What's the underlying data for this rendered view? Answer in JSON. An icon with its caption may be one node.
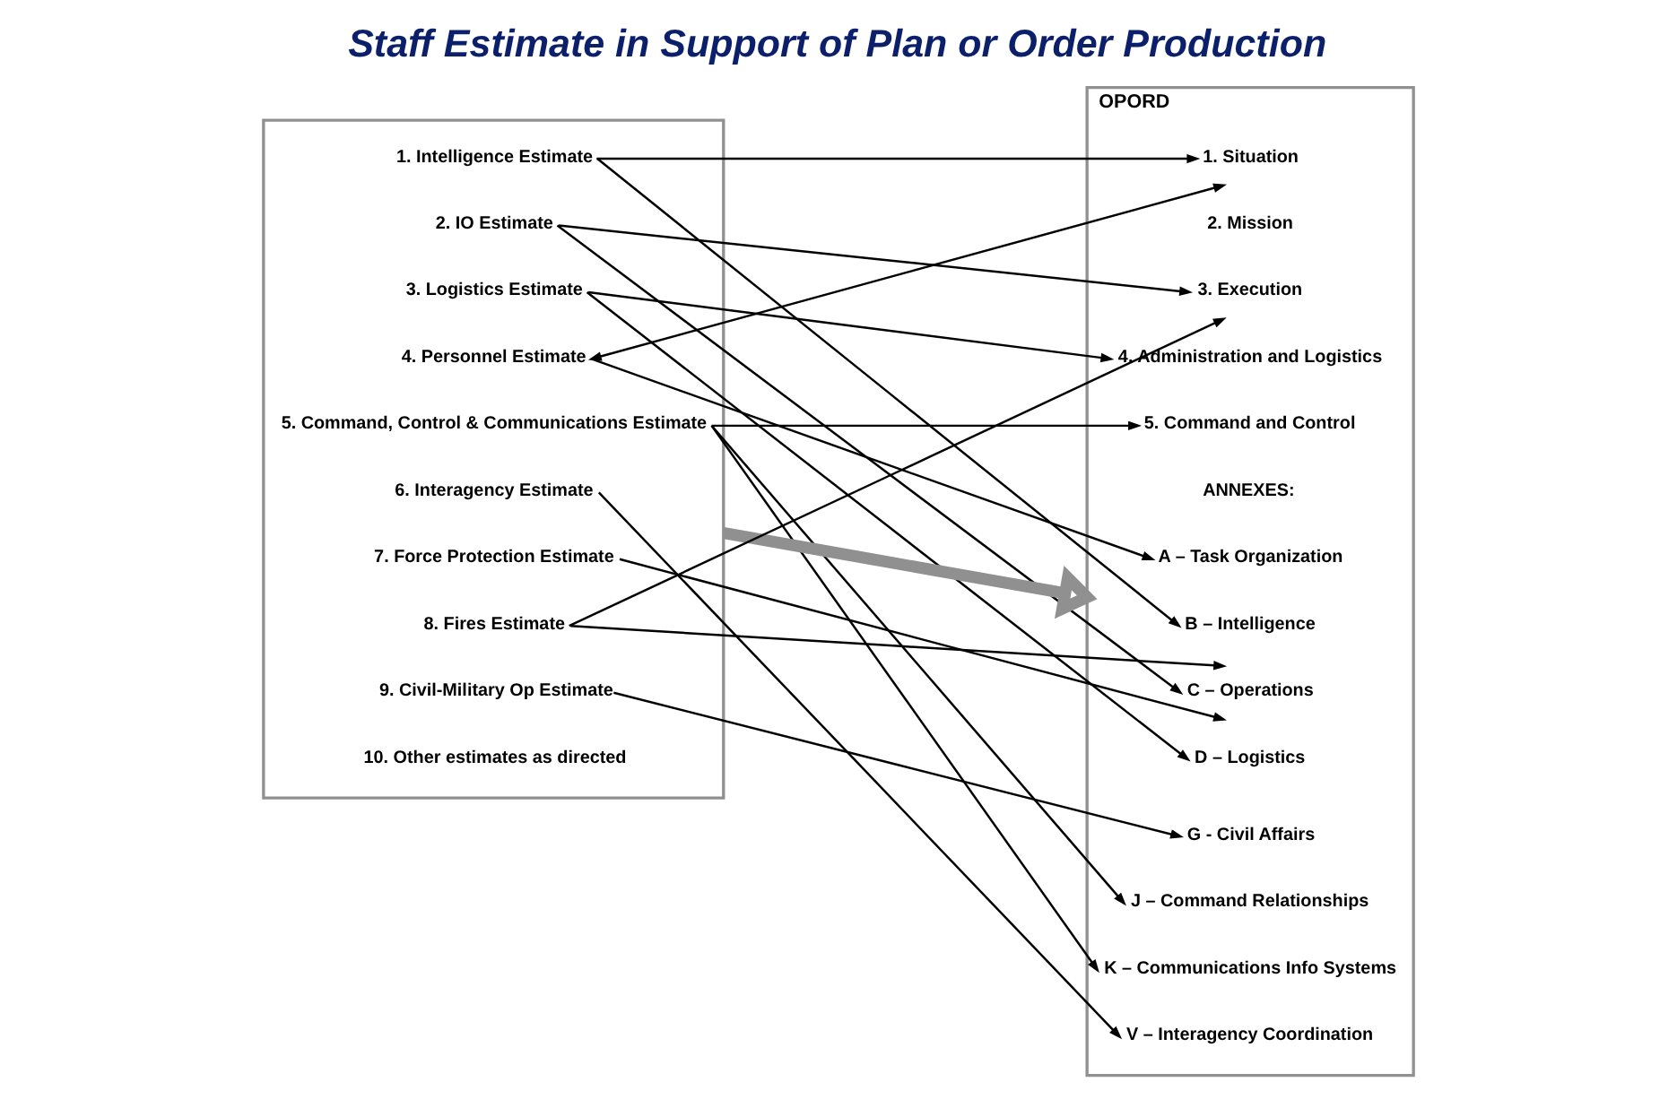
{
  "diagram": {
    "title": "Staff Estimate in Support of Plan or Order Production",
    "nodes": [
      {
        "text": [],
        "shape": "box"
      },
      {
        "text": [
          "1. Intelligence Estimate"
        ],
        "in": 0
      },
      {
        "text": [
          "2. IO Estimate"
        ],
        "in": 0
      },
      {
        "text": [
          "3. Logistics Estimate"
        ],
        "in": 0
      },
      {
        "text": [
          "4. Personnel Estimate"
        ],
        "in": 0
      },
      {
        "text": [
          "5. Command, Control & Communications Estimate"
        ],
        "in": 0
      },
      {
        "text": [
          "6. Interagency Estimate"
        ],
        "in": 0
      },
      {
        "text": [
          "7. Force Protection Estimate"
        ],
        "in": 0
      },
      {
        "text": [
          "8. Fires Estimate"
        ],
        "in": 0
      },
      {
        "text": [
          "9. Civil-Military Op Estimate"
        ],
        "in": 0
      },
      {
        "text": [
          "10. Other estimates as directed"
        ],
        "in": 0
      },
      {
        "text": [
          "OPORD"
        ]
      },
      {
        "text": [
          "1. Situation"
        ],
        "in": 11
      },
      {
        "text": [
          "2. Mission"
        ],
        "in": 11
      },
      {
        "text": [
          "3. Execution"
        ],
        "in": 11
      },
      {
        "text": [
          "4. Administration and Logistics"
        ],
        "in": 11
      },
      {
        "text": [
          "5. Command and Control"
        ],
        "in": 11
      },
      {
        "text": [
          "A – Task Organization"
        ],
        "in": 11
      },
      {
        "text": [
          "B – Intelligence"
        ],
        "in": 11
      },
      {
        "text": [
          "C – Operations"
        ],
        "in": 11
      },
      {
        "text": [
          "D – Logistics"
        ],
        "in": 11
      },
      {
        "text": [
          "G - Civil Affairs"
        ],
        "in": 11
      },
      {
        "text": [
          "J – Command Relationships"
        ],
        "in": 11
      },
      {
        "text": [
          "K – Communications Info Systems"
        ],
        "in": 11
      },
      {
        "text": [
          "V – Interagency Coordination"
        ],
        "in": 11
      }
    ],
    "edges": [
      {
        "from": 1,
        "to": 12,
        "arrow": "to"
      },
      {
        "from": 1,
        "to": 18,
        "arrow": "to"
      },
      {
        "from": 2,
        "to": 14,
        "arrow": "to"
      },
      {
        "from": 2,
        "to": 19,
        "arrow": "to"
      },
      {
        "from": 3,
        "to": 15,
        "arrow": "to"
      },
      {
        "from": 3,
        "to": 20,
        "arrow": "to"
      },
      {
        "from": 4,
        "to": 12,
        "arrow": "both"
      },
      {
        "from": 4,
        "to": 17,
        "arrow": "to"
      },
      {
        "from": 5,
        "to": 16,
        "arrow": "to"
      },
      {
        "from": 5,
        "to": 22,
        "arrow": "to"
      },
      {
        "from": 5,
        "to": 23,
        "arrow": "to"
      },
      {
        "from": 6,
        "to": 24,
        "arrow": "to"
      },
      {
        "from": 7,
        "to": 19,
        "arrow": "to"
      },
      {
        "from": 8,
        "to": 14,
        "arrow": "to"
      },
      {
        "from": 8,
        "to": 19,
        "arrow": "to"
      },
      {
        "from": 9,
        "to": 21,
        "arrow": "to"
      },
      {
        "from": 0,
        "to": 11,
        "arrow": "to",
        "style": "thick",
        "color": "#909090"
      }
    ],
    "labels": [
      "ANNEXES:"
    ]
  }
}
